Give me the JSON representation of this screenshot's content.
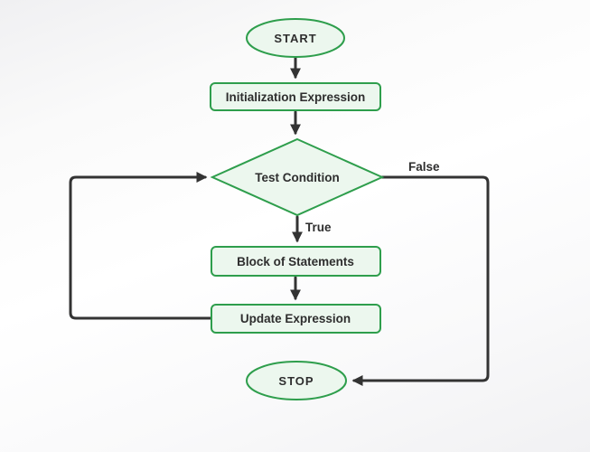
{
  "diagram": {
    "title": "loop-flowchart",
    "nodes": {
      "start": "START",
      "init": "Initialization Expression",
      "test": "Test Condition",
      "block": "Block of Statements",
      "update": "Update Expression",
      "stop": "STOP"
    },
    "edge_labels": {
      "true_branch": "True",
      "false_branch": "False"
    }
  },
  "colors": {
    "node_border": "#2e9e4c",
    "node_fill": "#ecf7ee",
    "connector": "#333333",
    "text": "#2e2e2e"
  }
}
